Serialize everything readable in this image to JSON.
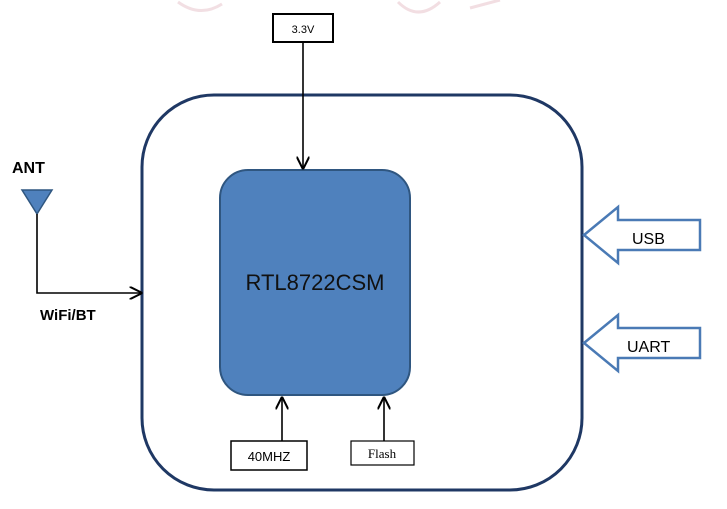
{
  "diagram": {
    "power_label": "3.3V",
    "chip_label": "RTL8722CSM",
    "antenna_label": "ANT",
    "wifi_label": "WiFi/BT",
    "usb_label": "USB",
    "uart_label": "UART",
    "clock_label": "40MHZ",
    "flash_label": "Flash"
  },
  "colors": {
    "chip_fill": "#4f81bd",
    "chip_stroke": "#2f5680",
    "module_stroke": "#1f3864",
    "usb_arrow_stroke": "#4a7ab5",
    "line": "#000000",
    "antenna_fill": "#4f81bd",
    "watermark": "#e8c4cc"
  }
}
